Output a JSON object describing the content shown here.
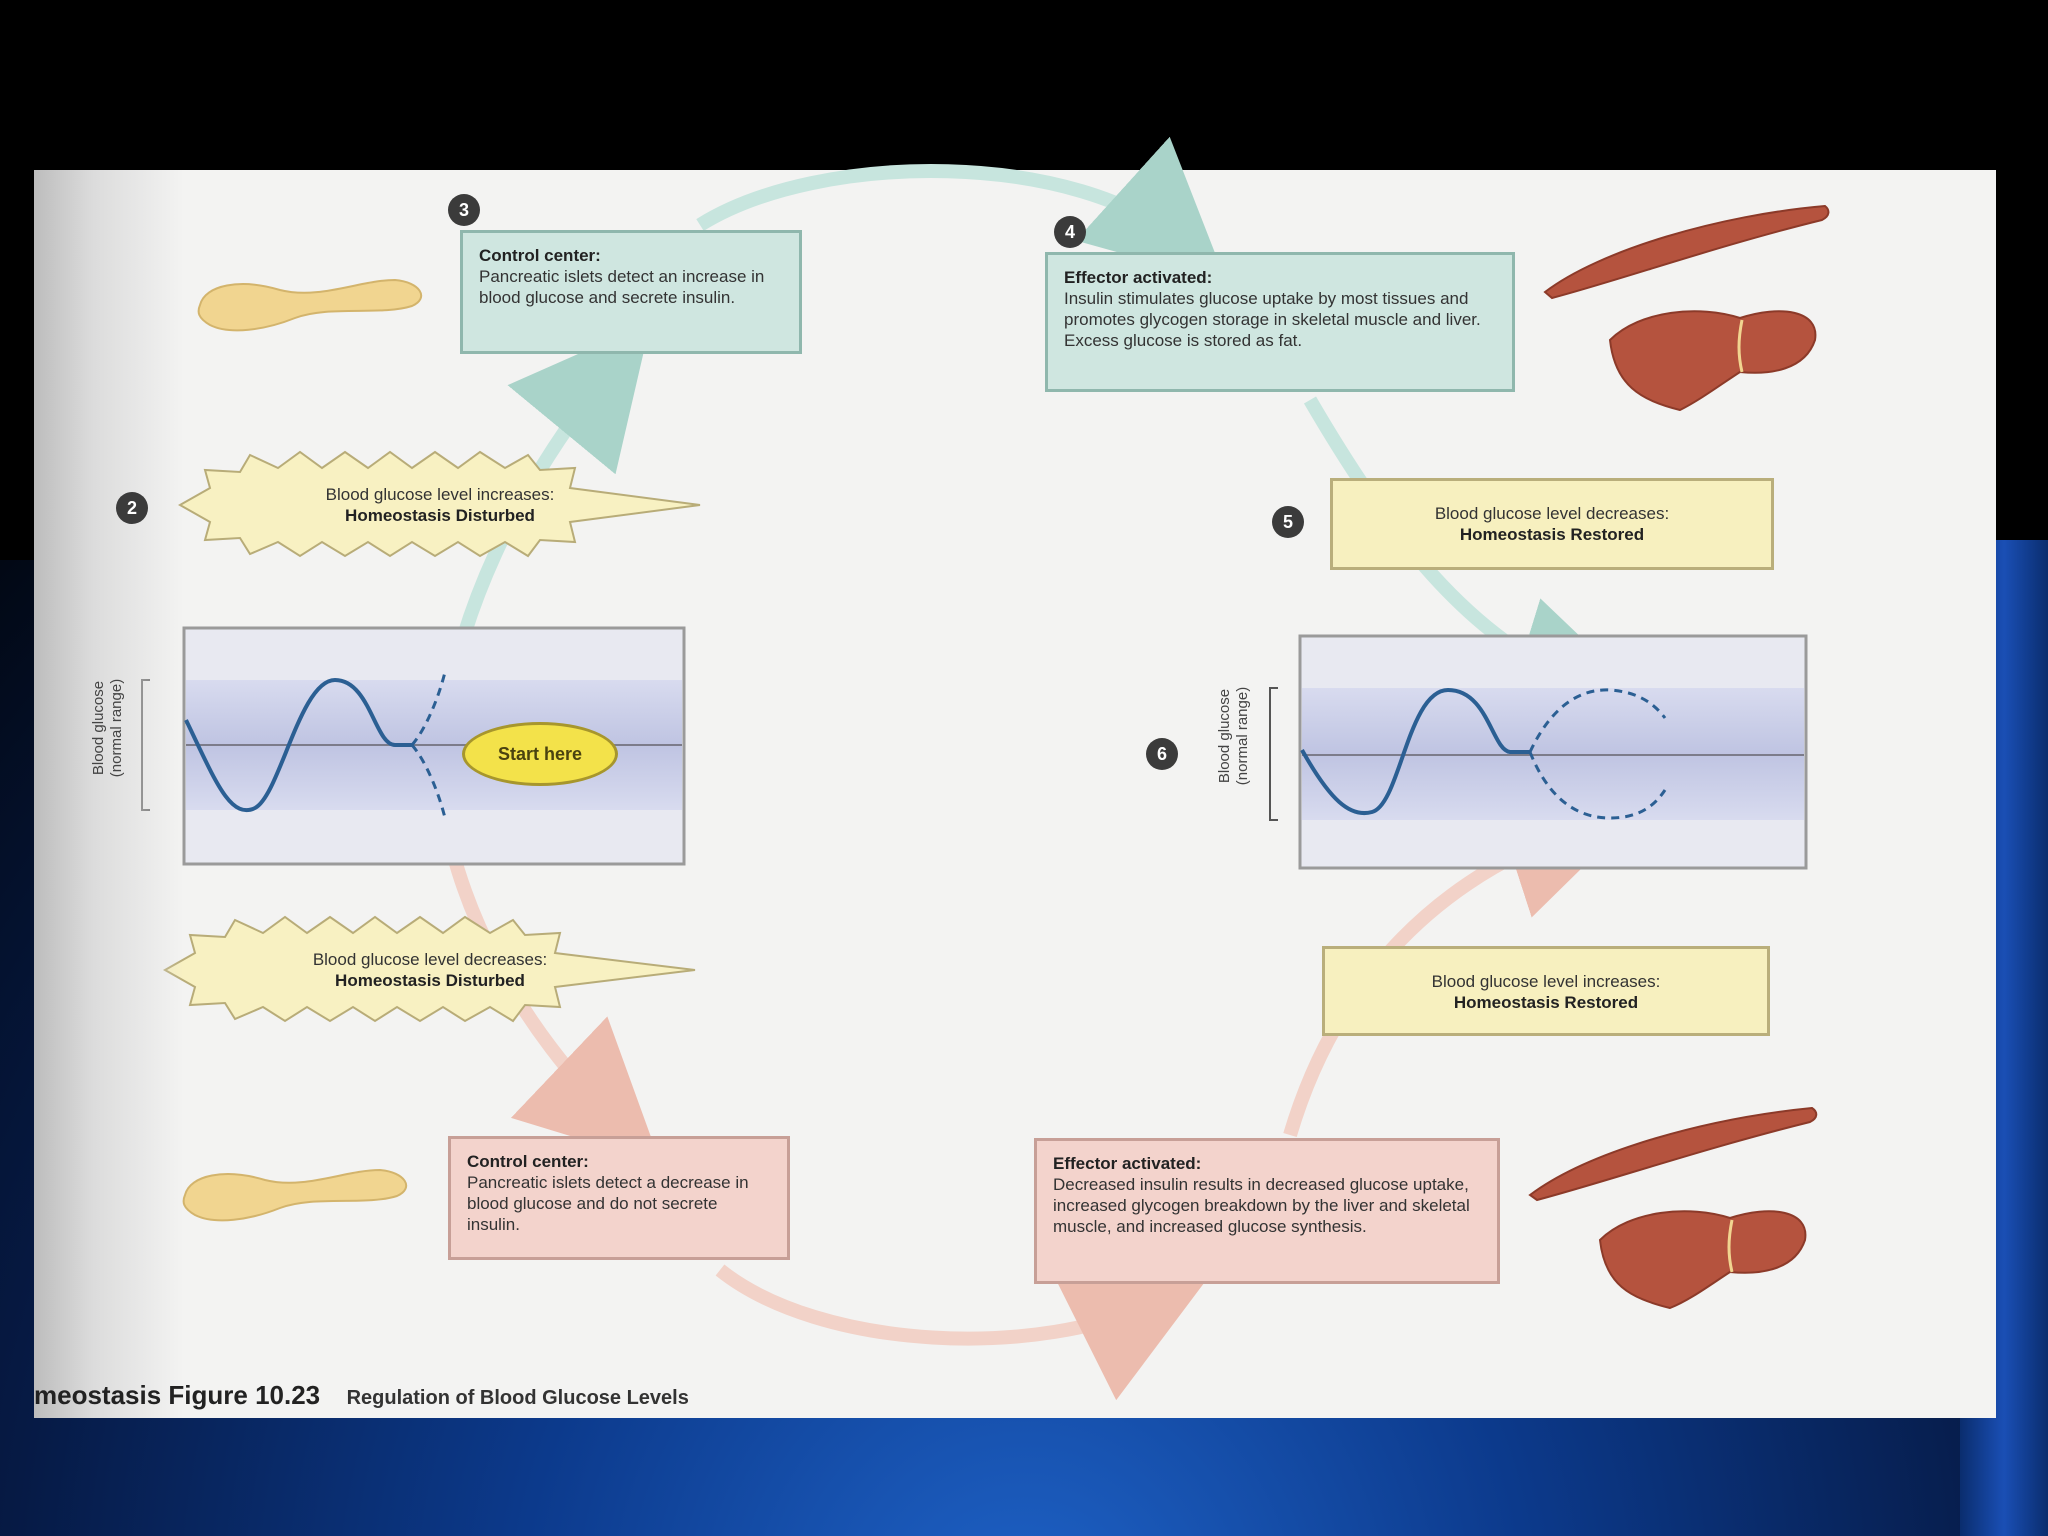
{
  "steps": {
    "n2": "2",
    "n3": "3",
    "n4": "4",
    "n5": "5",
    "n6": "6"
  },
  "boxes": {
    "control_top": {
      "title": "Control center:",
      "text": "Pancreatic islets detect an increase in blood glucose and secrete insulin."
    },
    "effector_top": {
      "title": "Effector activated:",
      "text": "Insulin stimulates glucose uptake by most tissues and promotes glycogen storage in skeletal muscle and liver. Excess glucose is stored as fat."
    },
    "restored_top": {
      "line1": "Blood glucose level decreases:",
      "line2": "Homeostasis Restored"
    },
    "restored_bottom": {
      "line1": "Blood glucose level increases:",
      "line2": "Homeostasis Restored"
    },
    "control_bottom": {
      "title": "Control center:",
      "text": "Pancreatic islets detect a decrease in blood glucose and do not secrete insulin."
    },
    "effector_bottom": {
      "title": "Effector activated:",
      "text": "Decreased insulin results in decreased glucose uptake, increased glycogen breakdown by the liver and skeletal muscle, and increased glucose synthesis."
    }
  },
  "bursts": {
    "top": {
      "line1": "Blood glucose level increases:",
      "line2": "Homeostasis Disturbed"
    },
    "bottom": {
      "line1": "Blood glucose level decreases:",
      "line2": "Homeostasis Disturbed"
    }
  },
  "graphs": {
    "axis_label_line1": "Blood glucose",
    "axis_label_line2": "(normal range)",
    "start_label": "Start here"
  },
  "caption": {
    "main": "meostasis Figure 10.23",
    "sub": "Regulation of Blood Glucose Levels"
  },
  "colors": {
    "green_arrow": "#bfe0d8",
    "pink_arrow": "#f0c8bd",
    "normal_band": "#c7cbe6",
    "curve": "#2b5f93",
    "organ": "#b5533e",
    "pancreas": "#f2d58f"
  }
}
